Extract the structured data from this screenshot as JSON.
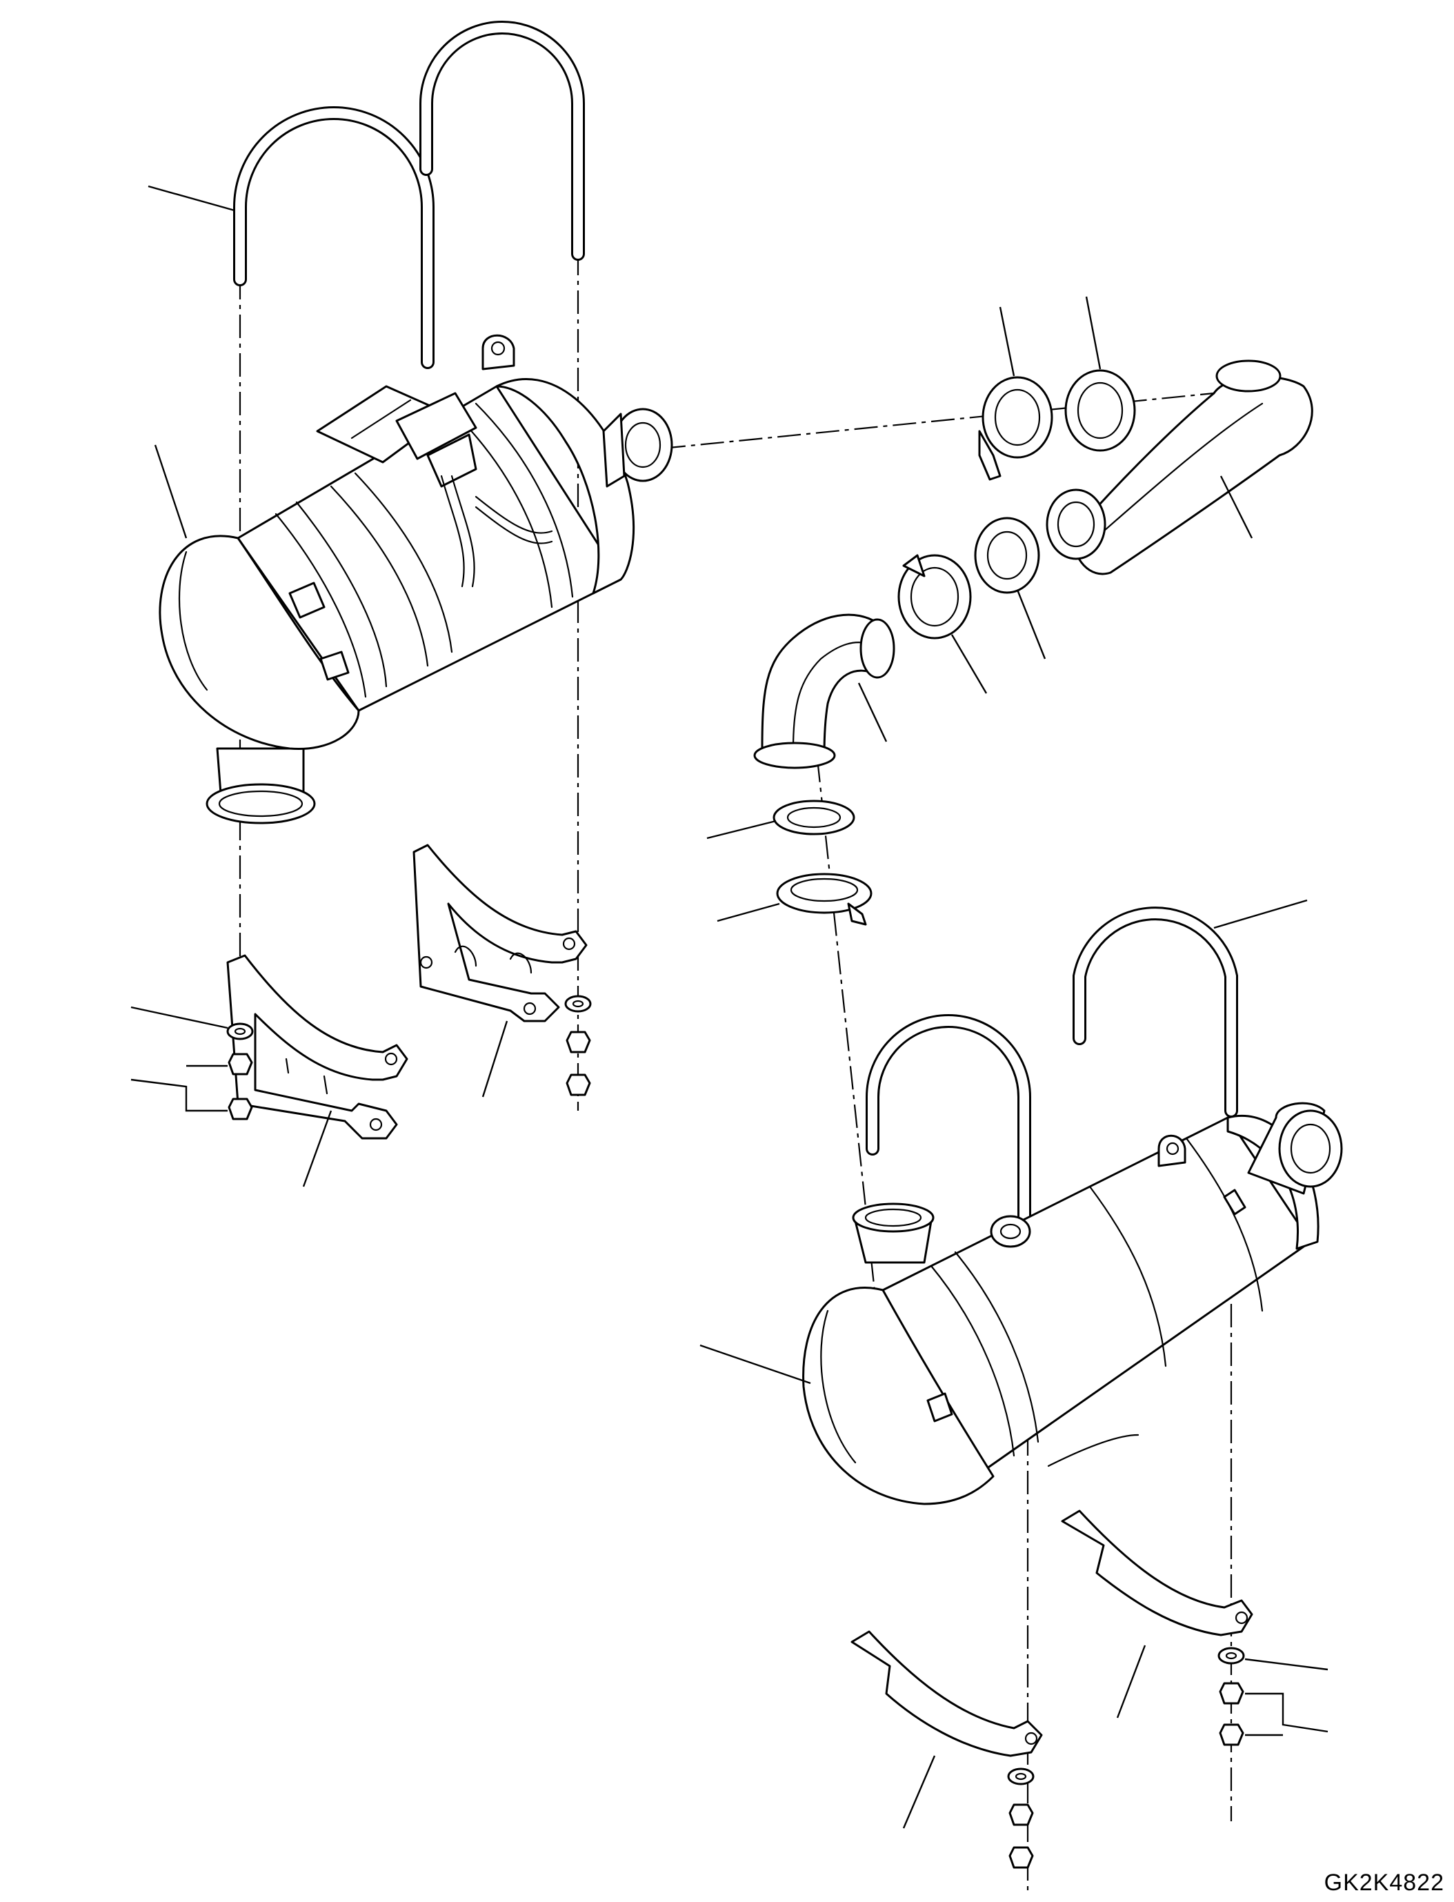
{
  "drawing": {
    "code": "GK2K4822",
    "line_color": "#000000",
    "background": "#ffffff"
  },
  "parts": [
    {
      "name": "u-bolt-upper-left",
      "icon": "u-bolt-icon"
    },
    {
      "name": "u-bolt-upper-rear",
      "icon": "u-bolt-icon"
    },
    {
      "name": "dpf-assembly",
      "icon": "canister-icon"
    },
    {
      "name": "v-clamp",
      "icon": "clamp-icon"
    },
    {
      "name": "gasket",
      "icon": "ring-icon"
    },
    {
      "name": "connecting-tube",
      "icon": "tube-icon"
    },
    {
      "name": "elbow",
      "icon": "elbow-icon"
    },
    {
      "name": "bracket",
      "icon": "bracket-icon"
    },
    {
      "name": "washer",
      "icon": "washer-icon"
    },
    {
      "name": "nut",
      "icon": "nut-icon"
    },
    {
      "name": "scr-assembly",
      "icon": "canister-icon"
    }
  ]
}
